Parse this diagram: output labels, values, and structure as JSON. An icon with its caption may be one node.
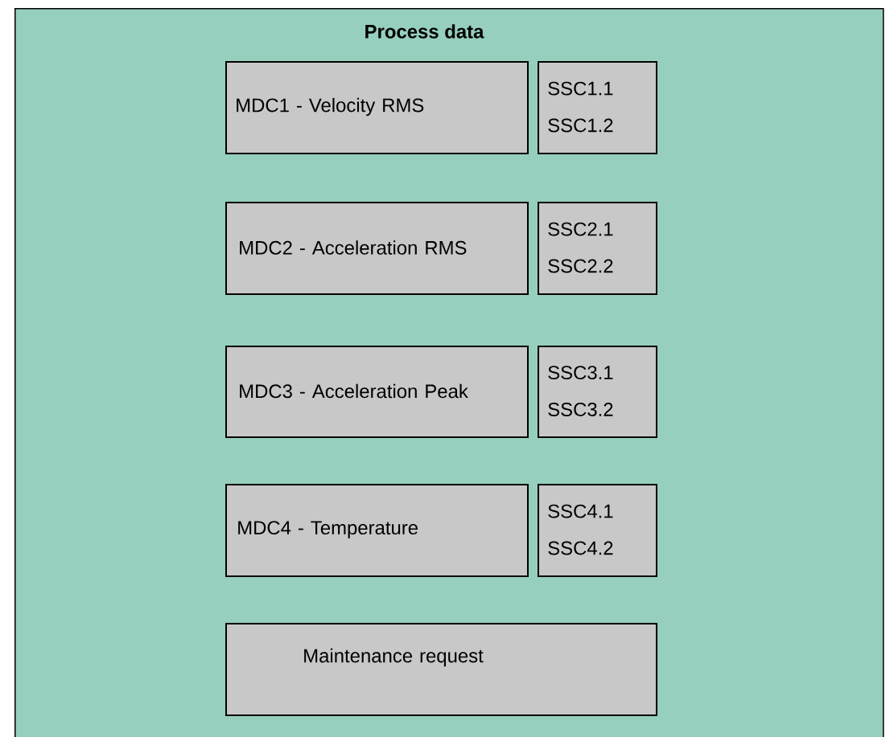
{
  "diagram": {
    "nodes": [
      {
        "text": [
          "Process data"
        ]
      },
      {
        "text": [
          "MDC1 - Velocity RMS"
        ],
        "in": 0
      },
      {
        "text": [
          "SSC1.1",
          "SSC1.2"
        ],
        "in": 0
      },
      {
        "text": [
          "MDC2 - Acceleration RMS"
        ],
        "in": 0
      },
      {
        "text": [
          "SSC2.1",
          "SSC2.2"
        ],
        "in": 0
      },
      {
        "text": [
          "MDC3 - Acceleration Peak"
        ],
        "in": 0
      },
      {
        "text": [
          "SSC3.1",
          "SSC3.2"
        ],
        "in": 0
      },
      {
        "text": [
          "MDC4 - Temperature"
        ],
        "in": 0
      },
      {
        "text": [
          "SSC4.1",
          "SSC4.2"
        ],
        "in": 0
      },
      {
        "text": [
          "Maintenance request"
        ],
        "in": 0
      }
    ]
  }
}
